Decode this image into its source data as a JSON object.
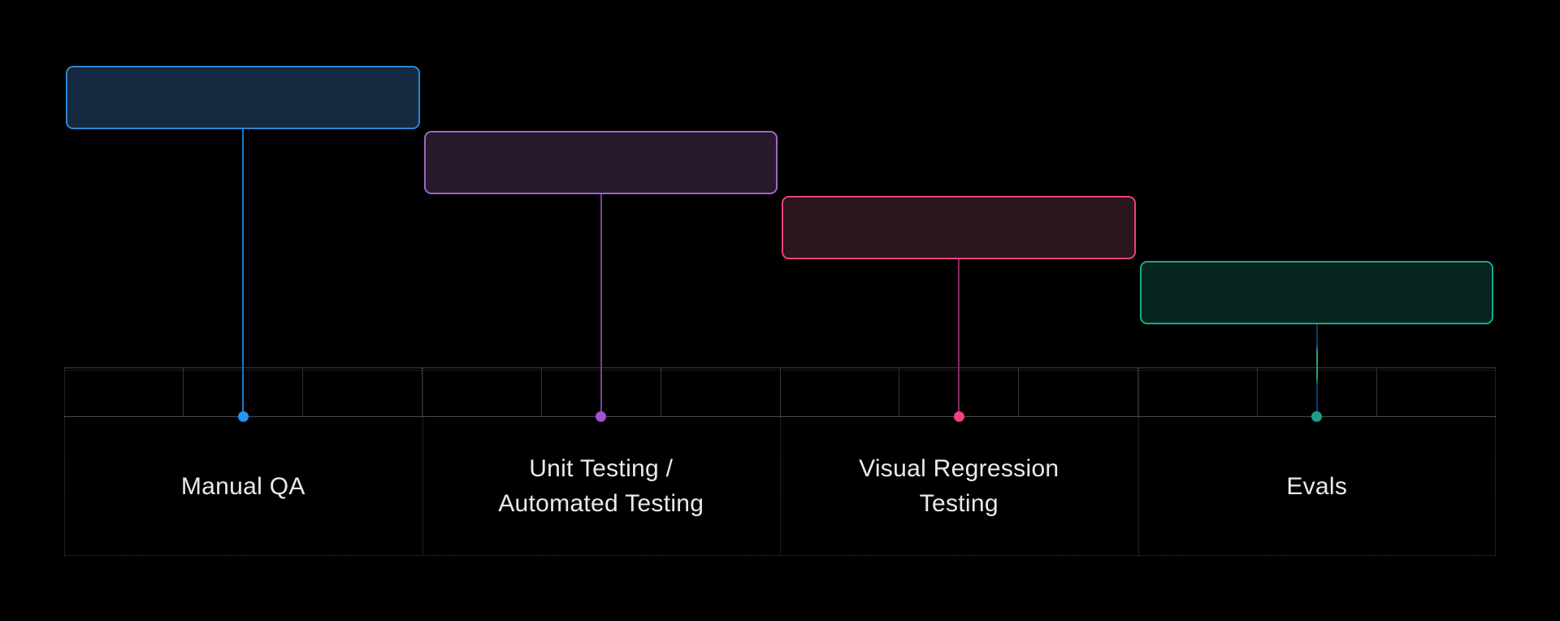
{
  "diagram": {
    "background": "#000000",
    "text_color": "#eaeaea",
    "stages": [
      {
        "id": "manual-qa",
        "label": "Manual QA",
        "label_lines": [
          "Manual QA"
        ],
        "box_fill": "#152940",
        "box_border": "#2e86d3",
        "line_color": "#1b79c8",
        "dot_color": "#2196f3"
      },
      {
        "id": "unit-automated-testing",
        "label": "Unit Testing / Automated Testing",
        "label_lines": [
          "Unit Testing /",
          "Automated Testing"
        ],
        "box_fill": "#261a2b",
        "box_border": "#9c68c7",
        "line_color": "#7b3da5",
        "dot_color": "#a44fd9"
      },
      {
        "id": "visual-regression-testing",
        "label": "Visual Regression Testing",
        "label_lines": [
          "Visual Regression",
          "Testing"
        ],
        "box_fill": "#2b151e",
        "box_border": "#ef3f80",
        "line_color": "#8e2560",
        "dot_color": "#f23f80"
      },
      {
        "id": "evals",
        "label": "Evals",
        "label_lines": [
          "Evals"
        ],
        "box_fill": "#062420",
        "box_border": "#19a88c",
        "line_color": "#26a085",
        "line_gradient": [
          "#0e3c67",
          "#26a085",
          "#0e3c67"
        ],
        "dot_color": "#1f9e8a"
      }
    ],
    "ruler": {
      "cells_per_stage": 3,
      "total_cells": 12
    },
    "grid_colors": {
      "ruler_top_line": "#403f42",
      "ruler_dotted_line": "#38373a",
      "cell_divider": "#323134",
      "ruler_bottom_line": "#4a494d",
      "section_divider_dotted": "#46394f"
    }
  }
}
